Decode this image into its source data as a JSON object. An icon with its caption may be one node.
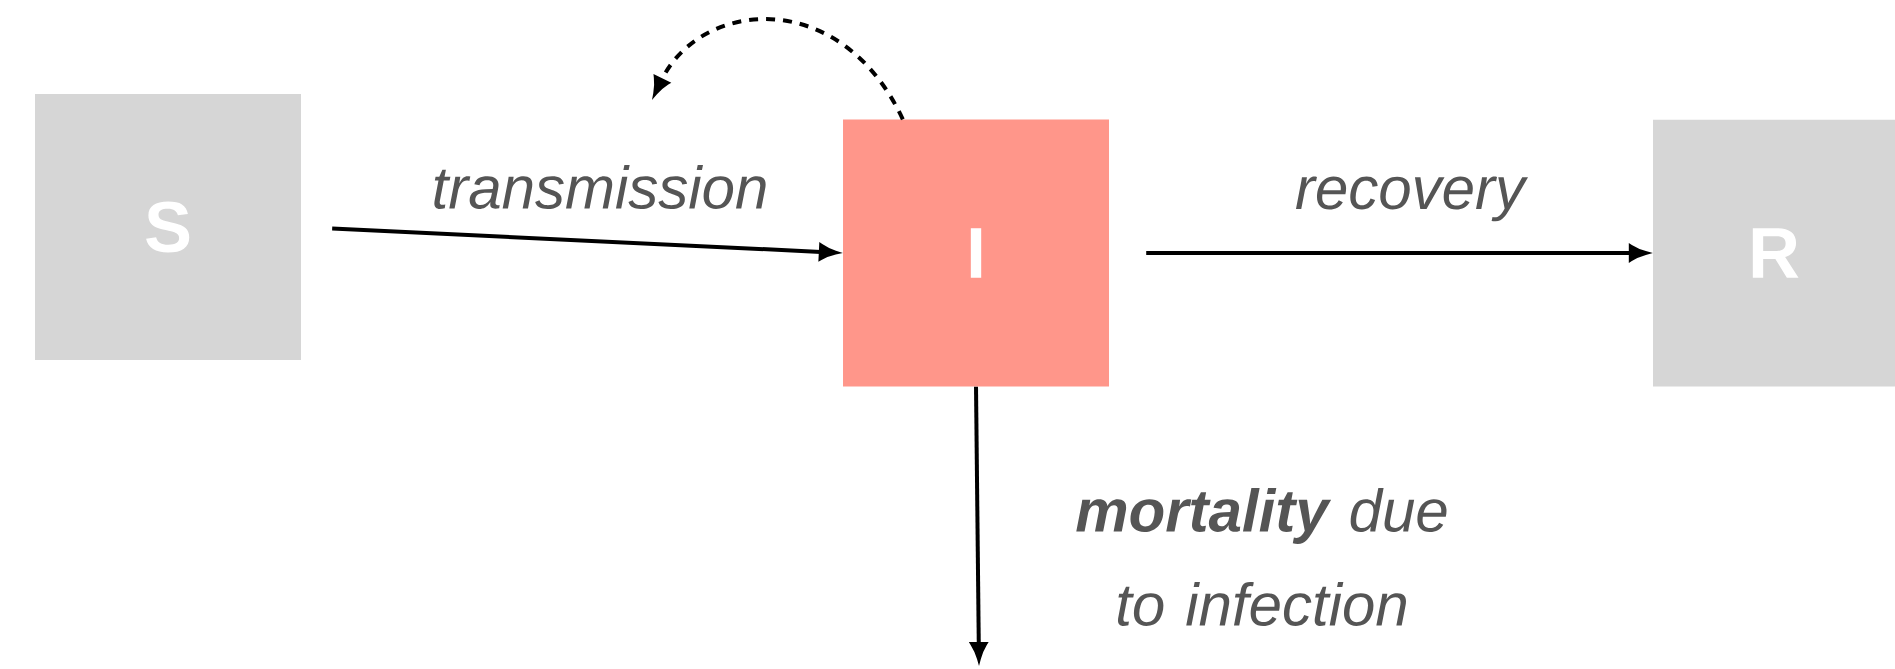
{
  "diagram": {
    "nodes": [
      {
        "text": [
          "S"
        ]
      },
      {
        "text": [
          "I"
        ]
      },
      {
        "text": [
          "R"
        ]
      }
    ],
    "edges": [
      {
        "from": 0,
        "to": 1,
        "arrow": "to",
        "label": "transmission"
      },
      {
        "from": 1,
        "to": 2,
        "arrow": "to",
        "label": "recovery"
      },
      {
        "from": 1,
        "to": null,
        "arrow": "to",
        "label": "**mortality** due to infection"
      },
      {
        "from": 1,
        "to": null,
        "arrow": "to",
        "style": "dashed"
      }
    ]
  }
}
